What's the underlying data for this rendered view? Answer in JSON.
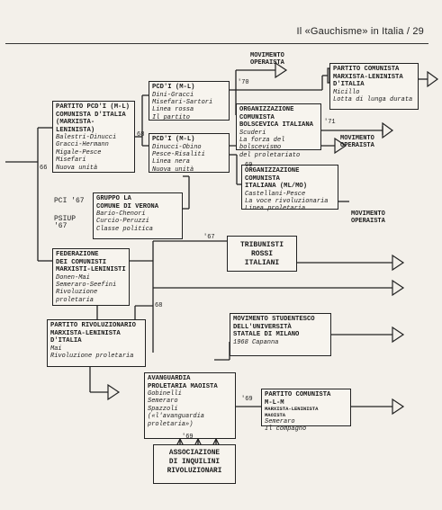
{
  "header": {
    "title": "Il «Gauchisme» in Italia",
    "page_number": "29"
  },
  "nodes": {
    "pcdi_main": {
      "title": "Partito PCd'I (m-l)\nComunista d'Italia",
      "sub": "(Marxista-Leninista)",
      "members": "Balestri-Dinucci\nGracci-Hermann\nMigale-Pesce\nMisefari\nNuova unità"
    },
    "pcdi_a": {
      "title": "PCd'I (m-l)",
      "members": "Dini-Gracci\nMisefari-Sartori\nLinea rossa\nIl partito"
    },
    "pcdi_b": {
      "title": "PCd'I (m-l)",
      "members": "Dinucci-Obino\nPesce-Risaliti\nLinea nera\nNuova unità"
    },
    "ocbi": {
      "title": "Organizzazione\nComunista\nBolscevica Italiana",
      "members": "Scuderi\nLa forza del bolscevismo\ndel proletariato"
    },
    "pcmli": {
      "title": "Partito Comunista\nMarxista-Leninista\nd'Italia",
      "members": "Micillo\nLotta di lunga durata"
    },
    "oci": {
      "title": "Organizzazione\nComunista\nItaliana (ml/Mo)",
      "members": "Castellani-Pesce\nLa voce rivoluzionaria\nLinea proletaria"
    },
    "verona": {
      "title": "Gruppo La\nComune di Verona",
      "members": "Bario-Chenori\nCurcio-Peruzzi\nClasse politica"
    },
    "federazione": {
      "title": "Federazione\ndei Comunisti\nMarxisti-Leninisti",
      "members": "Donen-Mai\nSemeraro-Seefini\nRivoluzione proletaria"
    },
    "tribunisti": {
      "title": "Tribunisti\nRossi\nItaliani"
    },
    "prmli": {
      "title": "Partito Rivoluzionario\nMarxista-Leninista\nd'Italia",
      "members": "Mai\nRivoluzione proletaria"
    },
    "movimento_studentesco": {
      "title": "Movimento Studentesco\ndell'Università\nStatale di Milano",
      "members": "1968 Capanna"
    },
    "avanguardia": {
      "title": "Avanguardia\nProletaria Maoista",
      "members": "Gobinelli\nSemeraro\nSpazzoli\n(«l'avanguardia\nproletaria»)"
    },
    "pcmlm": {
      "title": "Partito Comunista\nm-l-m",
      "sub": "Marxista-Leninista\nMaoista",
      "members": "Semeraro\nIl compagno"
    },
    "inquilini": {
      "title": "Associazione\ndi Inquilini\nRivoluzionari"
    }
  },
  "side_labels": {
    "mo1": "Movimento\nOperaista",
    "mo2": "Movimento\nOperaista",
    "mo3": "Movimento\nOperaista",
    "pci": "PCI '67",
    "psiup": "PSIUP\n'67"
  },
  "years": {
    "y66": "66",
    "y68a": "68",
    "y69a": "69",
    "y70": "'70",
    "y71": "'71",
    "y67": "'67",
    "y68b": "68",
    "y69b": "'69",
    "y69c": "'69"
  }
}
